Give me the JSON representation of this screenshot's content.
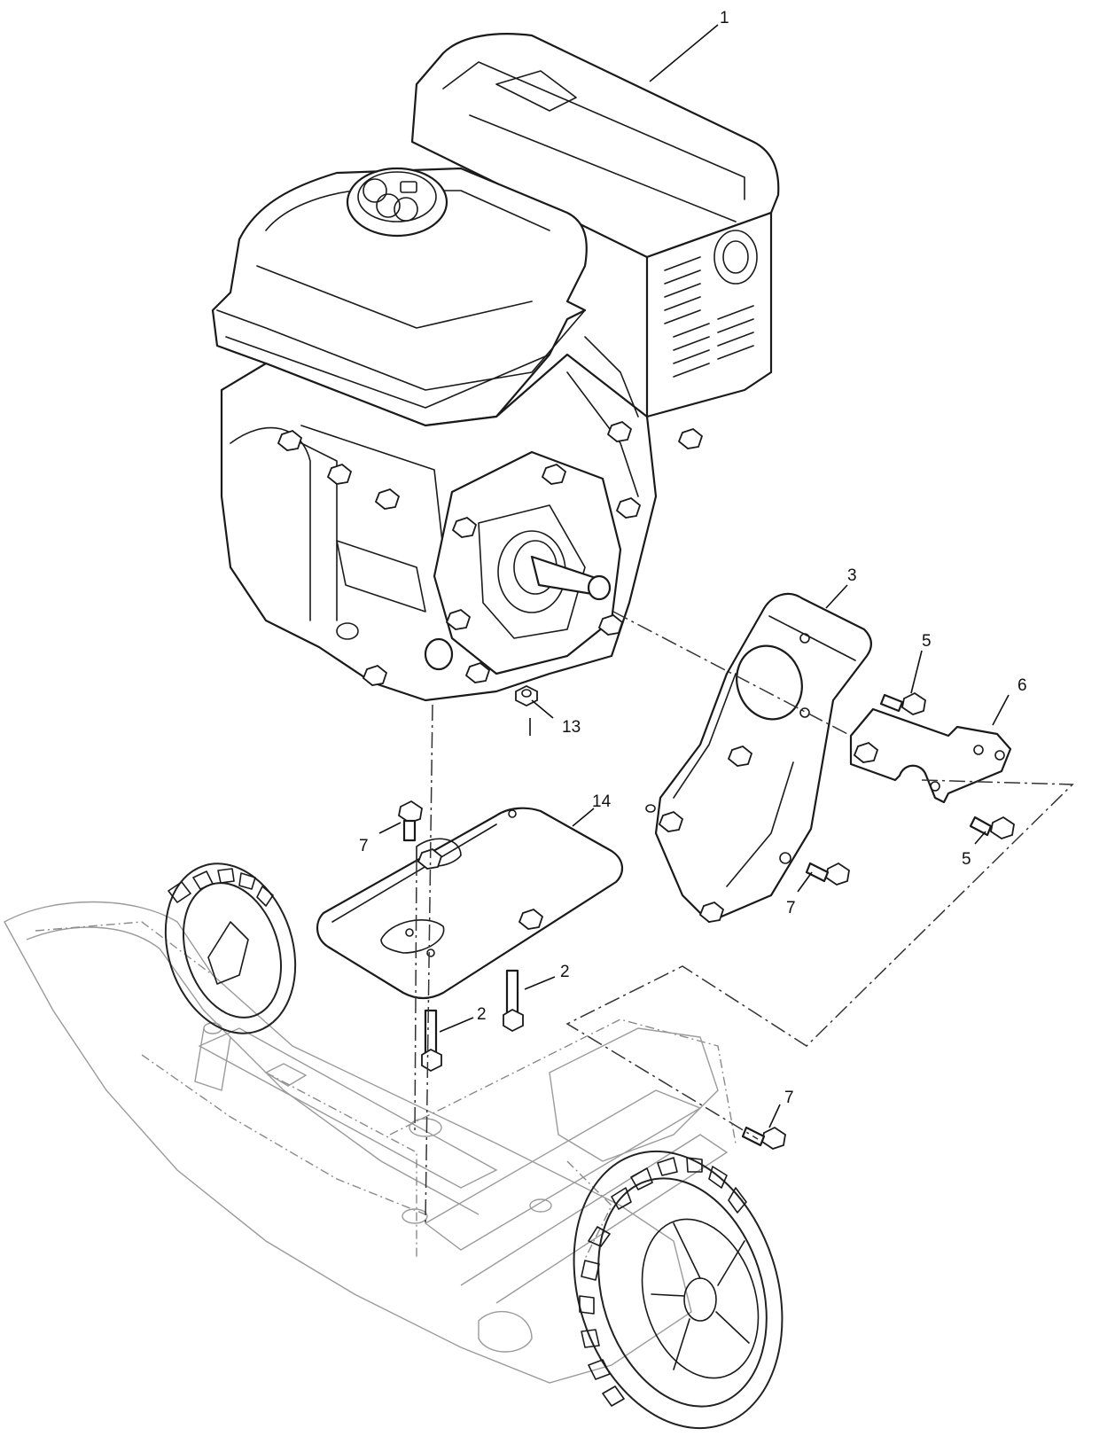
{
  "callouts": [
    {
      "id": "1",
      "text": "1"
    },
    {
      "id": "3",
      "text": "3"
    },
    {
      "id": "5a",
      "text": "5"
    },
    {
      "id": "6",
      "text": "6"
    },
    {
      "id": "13",
      "text": "13"
    },
    {
      "id": "14",
      "text": "14"
    },
    {
      "id": "7a",
      "text": "7"
    },
    {
      "id": "5b",
      "text": "5"
    },
    {
      "id": "7b",
      "text": "7"
    },
    {
      "id": "2a",
      "text": "2"
    },
    {
      "id": "2b",
      "text": "2"
    },
    {
      "id": "7c",
      "text": "7"
    }
  ],
  "parts": {
    "engine": "engine",
    "mount_plate": "engine-mount-plate",
    "adapter_bracket": "adapter-bracket",
    "bracket_small": "bracket",
    "frame_housing": "frame-housing",
    "wheel_left": "wheel",
    "wheel_right": "wheel"
  },
  "colors": {
    "line": "#1a1a1a",
    "ghost": "#8a8a8a",
    "background": "#ffffff"
  }
}
